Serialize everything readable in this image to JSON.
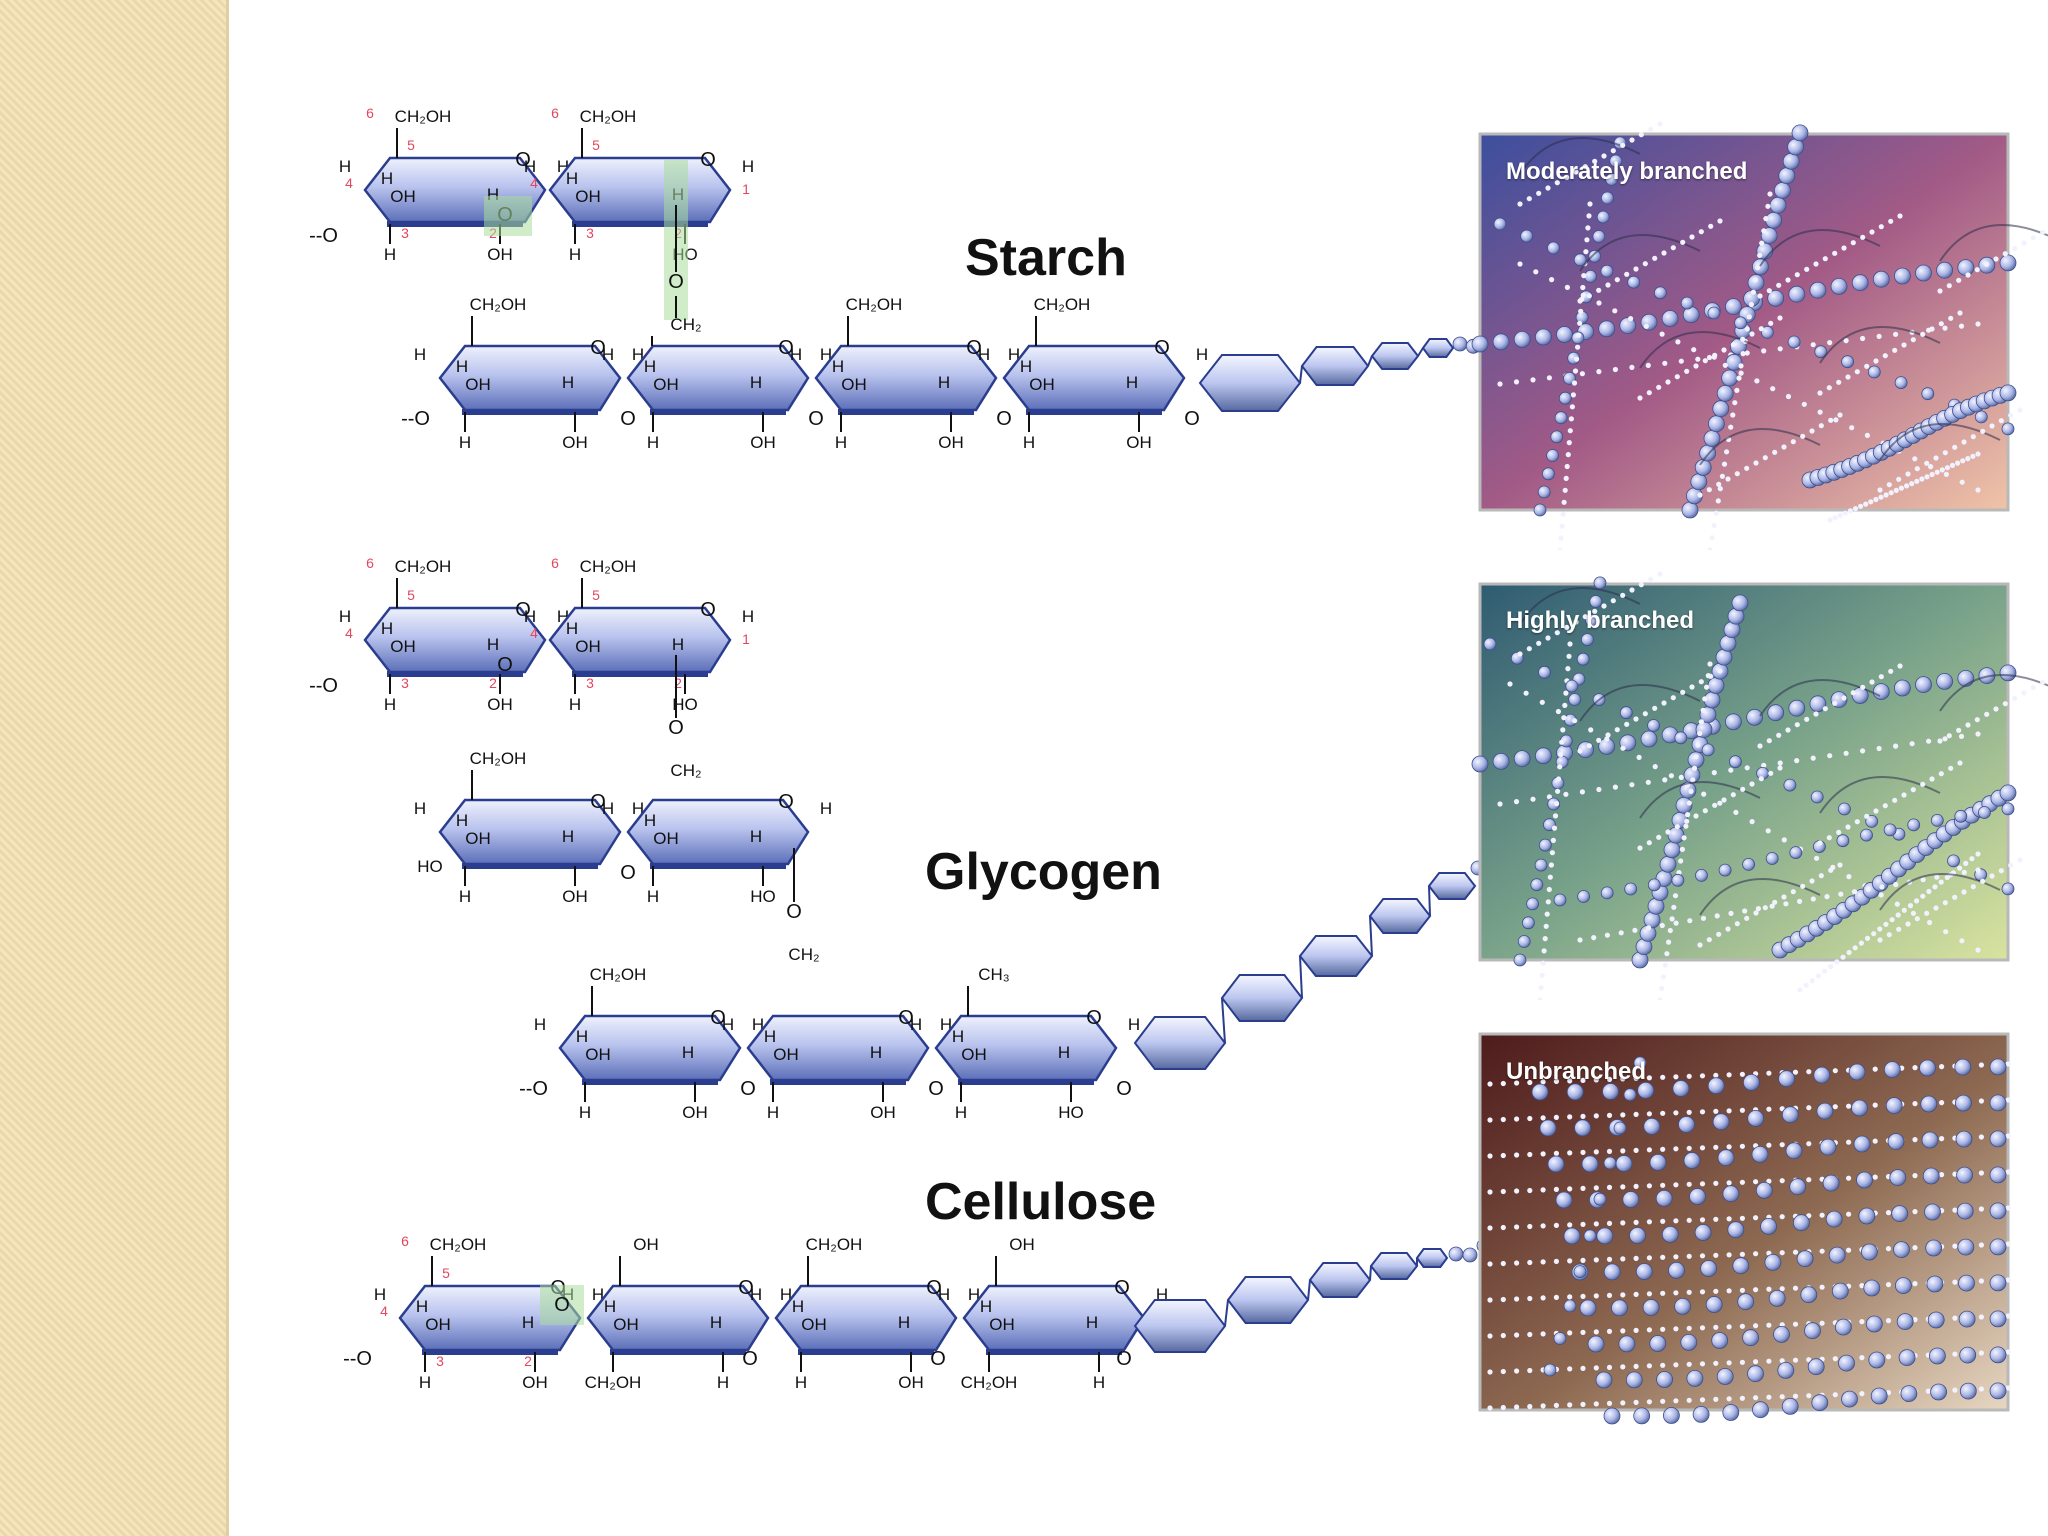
{
  "labels": {
    "starch": "Starch",
    "glycogen": "Glycogen",
    "cellulose": "Cellulose"
  },
  "panels": {
    "starch": "Moderately branched",
    "glycogen": "Highly branched",
    "cellulose": "Unbranched"
  },
  "groups": {
    "ch2oh": "CH₂OH",
    "ch2": "CH₂",
    "ch3": "CH₃",
    "oh": "OH",
    "ho": "HO",
    "h": "H",
    "o": "O",
    "bond": "--O"
  },
  "numbers": [
    "1",
    "2",
    "3",
    "4",
    "5",
    "6"
  ],
  "colors": {
    "slide_bar": "#f2dfb0",
    "ring_light": "#e6ebfb",
    "ring_dark": "#5c6fb8",
    "ring_edge": "#2a3d8f",
    "carbon_number": "#e2475f",
    "linkage_highlight": "#a9dd9a",
    "starch_bg": [
      "#3c4f9e",
      "#a25a86",
      "#f0c4a8"
    ],
    "glycogen_bg": [
      "#2f5b72",
      "#7aa38a",
      "#d9e39f"
    ],
    "cellulose_bg": [
      "#4e1b1c",
      "#8e6a52",
      "#e7d7c2"
    ]
  }
}
